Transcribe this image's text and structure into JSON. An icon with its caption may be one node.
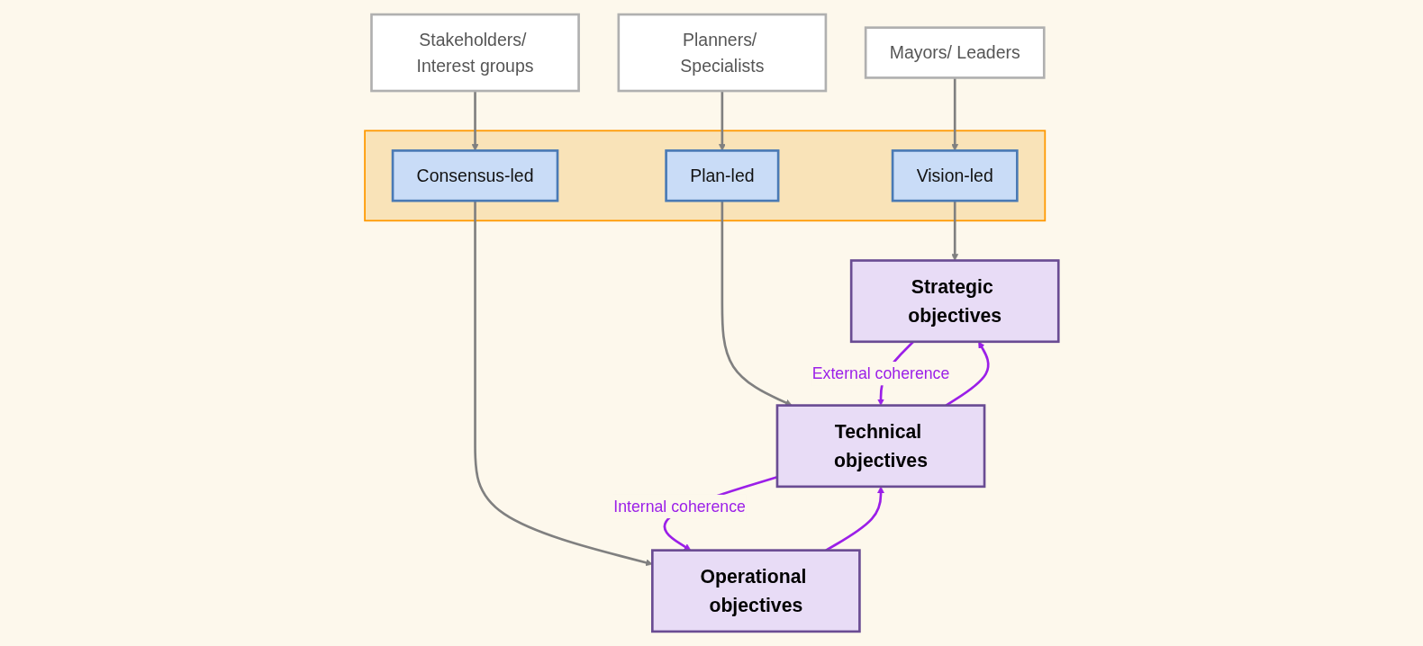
{
  "diagram": {
    "nodes": [
      {
        "text": [
          "Mayors/ Leaders"
        ]
      },
      {
        "text": [
          "Planners/ Specialists"
        ]
      },
      {
        "text": [
          "Stakeholders/ Interest groups"
        ]
      },
      {
        "text": [],
        "shape": "box"
      },
      {
        "text": [
          "Vision-led"
        ],
        "in": 3
      },
      {
        "text": [
          "Plan-led"
        ],
        "in": 3
      },
      {
        "text": [
          "Consensus-led"
        ],
        "in": 3
      },
      {
        "text": [
          "Strategic objectives"
        ]
      },
      {
        "text": [
          "Technical objectives"
        ]
      },
      {
        "text": [
          "Operational objectives"
        ]
      }
    ],
    "edges": [
      {
        "from": 0,
        "to": 4,
        "arrow": "to"
      },
      {
        "from": 1,
        "to": 5,
        "arrow": "to"
      },
      {
        "from": 2,
        "to": 6,
        "arrow": "to"
      },
      {
        "from": 4,
        "to": 7,
        "arrow": "to"
      },
      {
        "from": 5,
        "to": 8,
        "arrow": "to"
      },
      {
        "from": 6,
        "to": 9,
        "arrow": "to"
      },
      {
        "from": 7,
        "to": 8,
        "arrow": "to",
        "label": "External coherence",
        "color": "#9b1fe8"
      },
      {
        "from": 8,
        "to": 7,
        "arrow": "to",
        "color": "#9b1fe8"
      },
      {
        "from": 8,
        "to": 9,
        "arrow": "to",
        "label": "Internal coherence",
        "color": "#9b1fe8"
      },
      {
        "from": 9,
        "to": 8,
        "arrow": "to",
        "color": "#9b1fe8"
      }
    ]
  }
}
